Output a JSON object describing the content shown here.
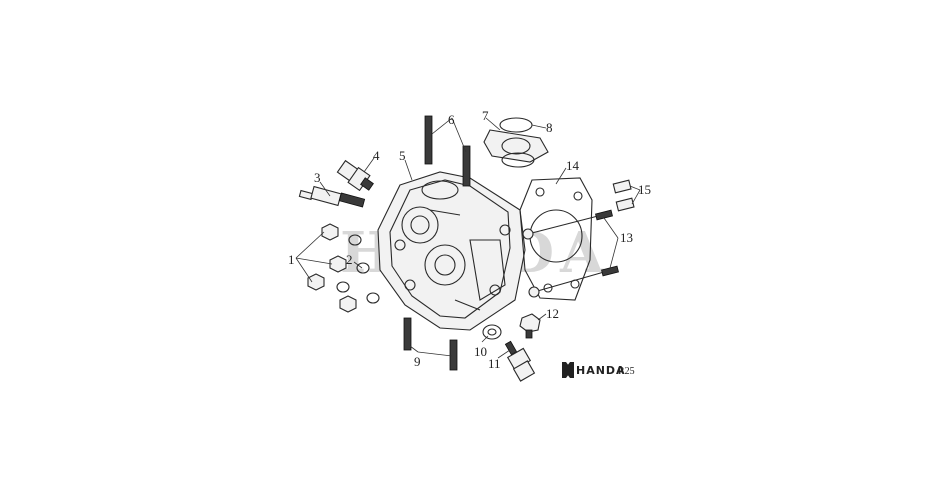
{
  "diagram": {
    "callouts": [
      "1",
      "2",
      "3",
      "4",
      "5",
      "6",
      "7",
      "8",
      "9",
      "10",
      "11",
      "12",
      "13",
      "14",
      "15"
    ],
    "watermark_text": "HANDA",
    "brand": {
      "name": "HANDA",
      "code": "R25",
      "logo_icon": "handa-logo-icon"
    }
  }
}
